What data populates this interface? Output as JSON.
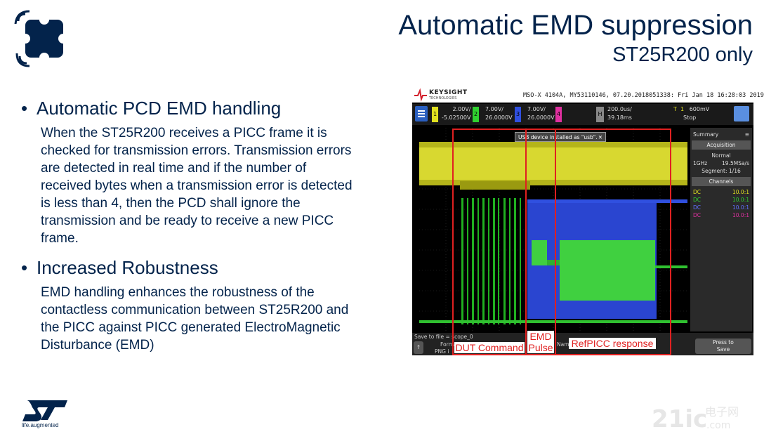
{
  "title": {
    "main": "Automatic EMD suppression",
    "sub": "ST25R200 only"
  },
  "bullets": [
    {
      "heading": "Automatic PCD EMD handling",
      "lines": [
        "When the ST25R200 receives a PICC frame it is",
        "checked for transmission errors. Transmission errors",
        "are detected in real time and if the number of",
        "received bytes when a transmission error is detected",
        "is less than 4, then the PCD shall ignore the",
        "transmission and be ready to receive a new PICC",
        "frame."
      ]
    },
    {
      "heading": "Increased Robustness",
      "lines": [
        "EMD handling enhances the robustness of the",
        "contactless communication between ST25R200 and",
        "the PICC against PICC generated ElectroMagnetic",
        "Disturbance (EMD)"
      ]
    }
  ],
  "scope": {
    "brand": "KEYSIGHT",
    "brand_sub": "TECHNOLOGIES",
    "info": "MSO-X 4104A, MY53110146, 07.20.2018051338: Fri Jan 18 16:28:03 2019",
    "channels": [
      {
        "num": "1",
        "scale": "2.00V/",
        "offset": "-5.02500V",
        "color": "#e0e020"
      },
      {
        "num": "2",
        "scale": "7.00V/",
        "offset": "26.0000V",
        "color": "#30d030"
      },
      {
        "num": "3",
        "scale": "7.00V/",
        "offset": "26.0000V",
        "color": "#3050e0"
      },
      {
        "num": "4",
        "scale": "",
        "offset": "",
        "color": "#e030a0"
      }
    ],
    "timebase": {
      "label": "H",
      "scale": "200.0us/",
      "delay": "39.18ms"
    },
    "trigger": {
      "label": "T",
      "source": "1",
      "level": "600mV",
      "state": "Stop"
    },
    "usb_message": "USB device installed as \"usb\".",
    "panel": {
      "summary": "Summary",
      "acquisition_header": "Acquisition",
      "mode": "Normal",
      "rate_left": "1GHz",
      "rate_right": "19.5MSa/s",
      "segment": "Segment: 1/16",
      "channels_header": "Channels",
      "channel_rows": [
        {
          "coupling": "DC",
          "value": "10.0:1",
          "color": "#e0e020"
        },
        {
          "coupling": "DC",
          "value": "10.0:1",
          "color": "#30d030"
        },
        {
          "coupling": "DC",
          "value": "10.0:1",
          "color": "#6070ff"
        },
        {
          "coupling": "DC",
          "value": "10.0:1",
          "color": "#e030a0"
        }
      ]
    },
    "bottom": {
      "save_to": "Save to file = scope_0",
      "format": "Format",
      "format_value": "PNG i",
      "name": "Name",
      "press_to": "Press to",
      "save": "Save"
    }
  },
  "annotations": {
    "dut_command": "DUT Command",
    "emd_line1": "EMD",
    "emd_line2": "Pulse",
    "ref_picc": "RefPICC response"
  },
  "footer": {
    "tagline": "life.augmented",
    "watermark_cn": "电子网",
    "watermark_num": "21ic",
    "watermark_domain": ".com"
  }
}
